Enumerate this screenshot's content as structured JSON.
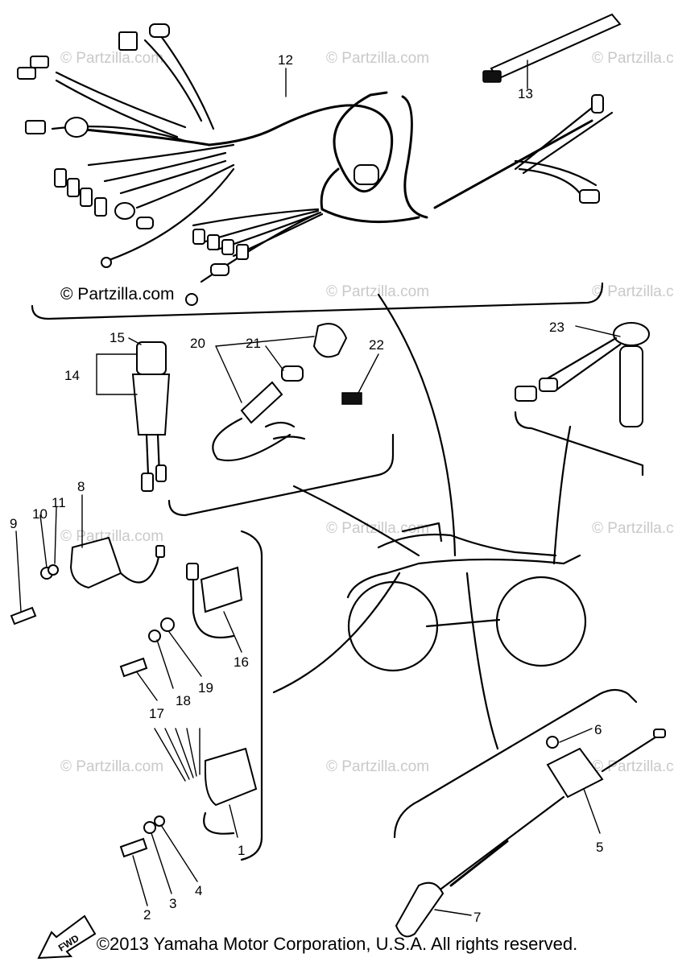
{
  "watermark": {
    "text": "© Partzilla.com",
    "primary_text": "© Partzilla.com"
  },
  "copyright": "©2013 Yamaha Motor Corporation, U.S.A. All rights reserved.",
  "fwd_label": "FWD",
  "callouts": {
    "c1": "1",
    "c2": "2",
    "c3": "3",
    "c4": "4",
    "c5": "5",
    "c6": "6",
    "c7": "7",
    "c8": "8",
    "c9": "9",
    "c10": "10",
    "c11": "11",
    "c12": "12",
    "c13": "13",
    "c14": "14",
    "c15": "15",
    "c16": "16",
    "c17": "17",
    "c18": "18",
    "c19": "19",
    "c20": "20",
    "c21": "21",
    "c22": "22",
    "c23": "23"
  }
}
